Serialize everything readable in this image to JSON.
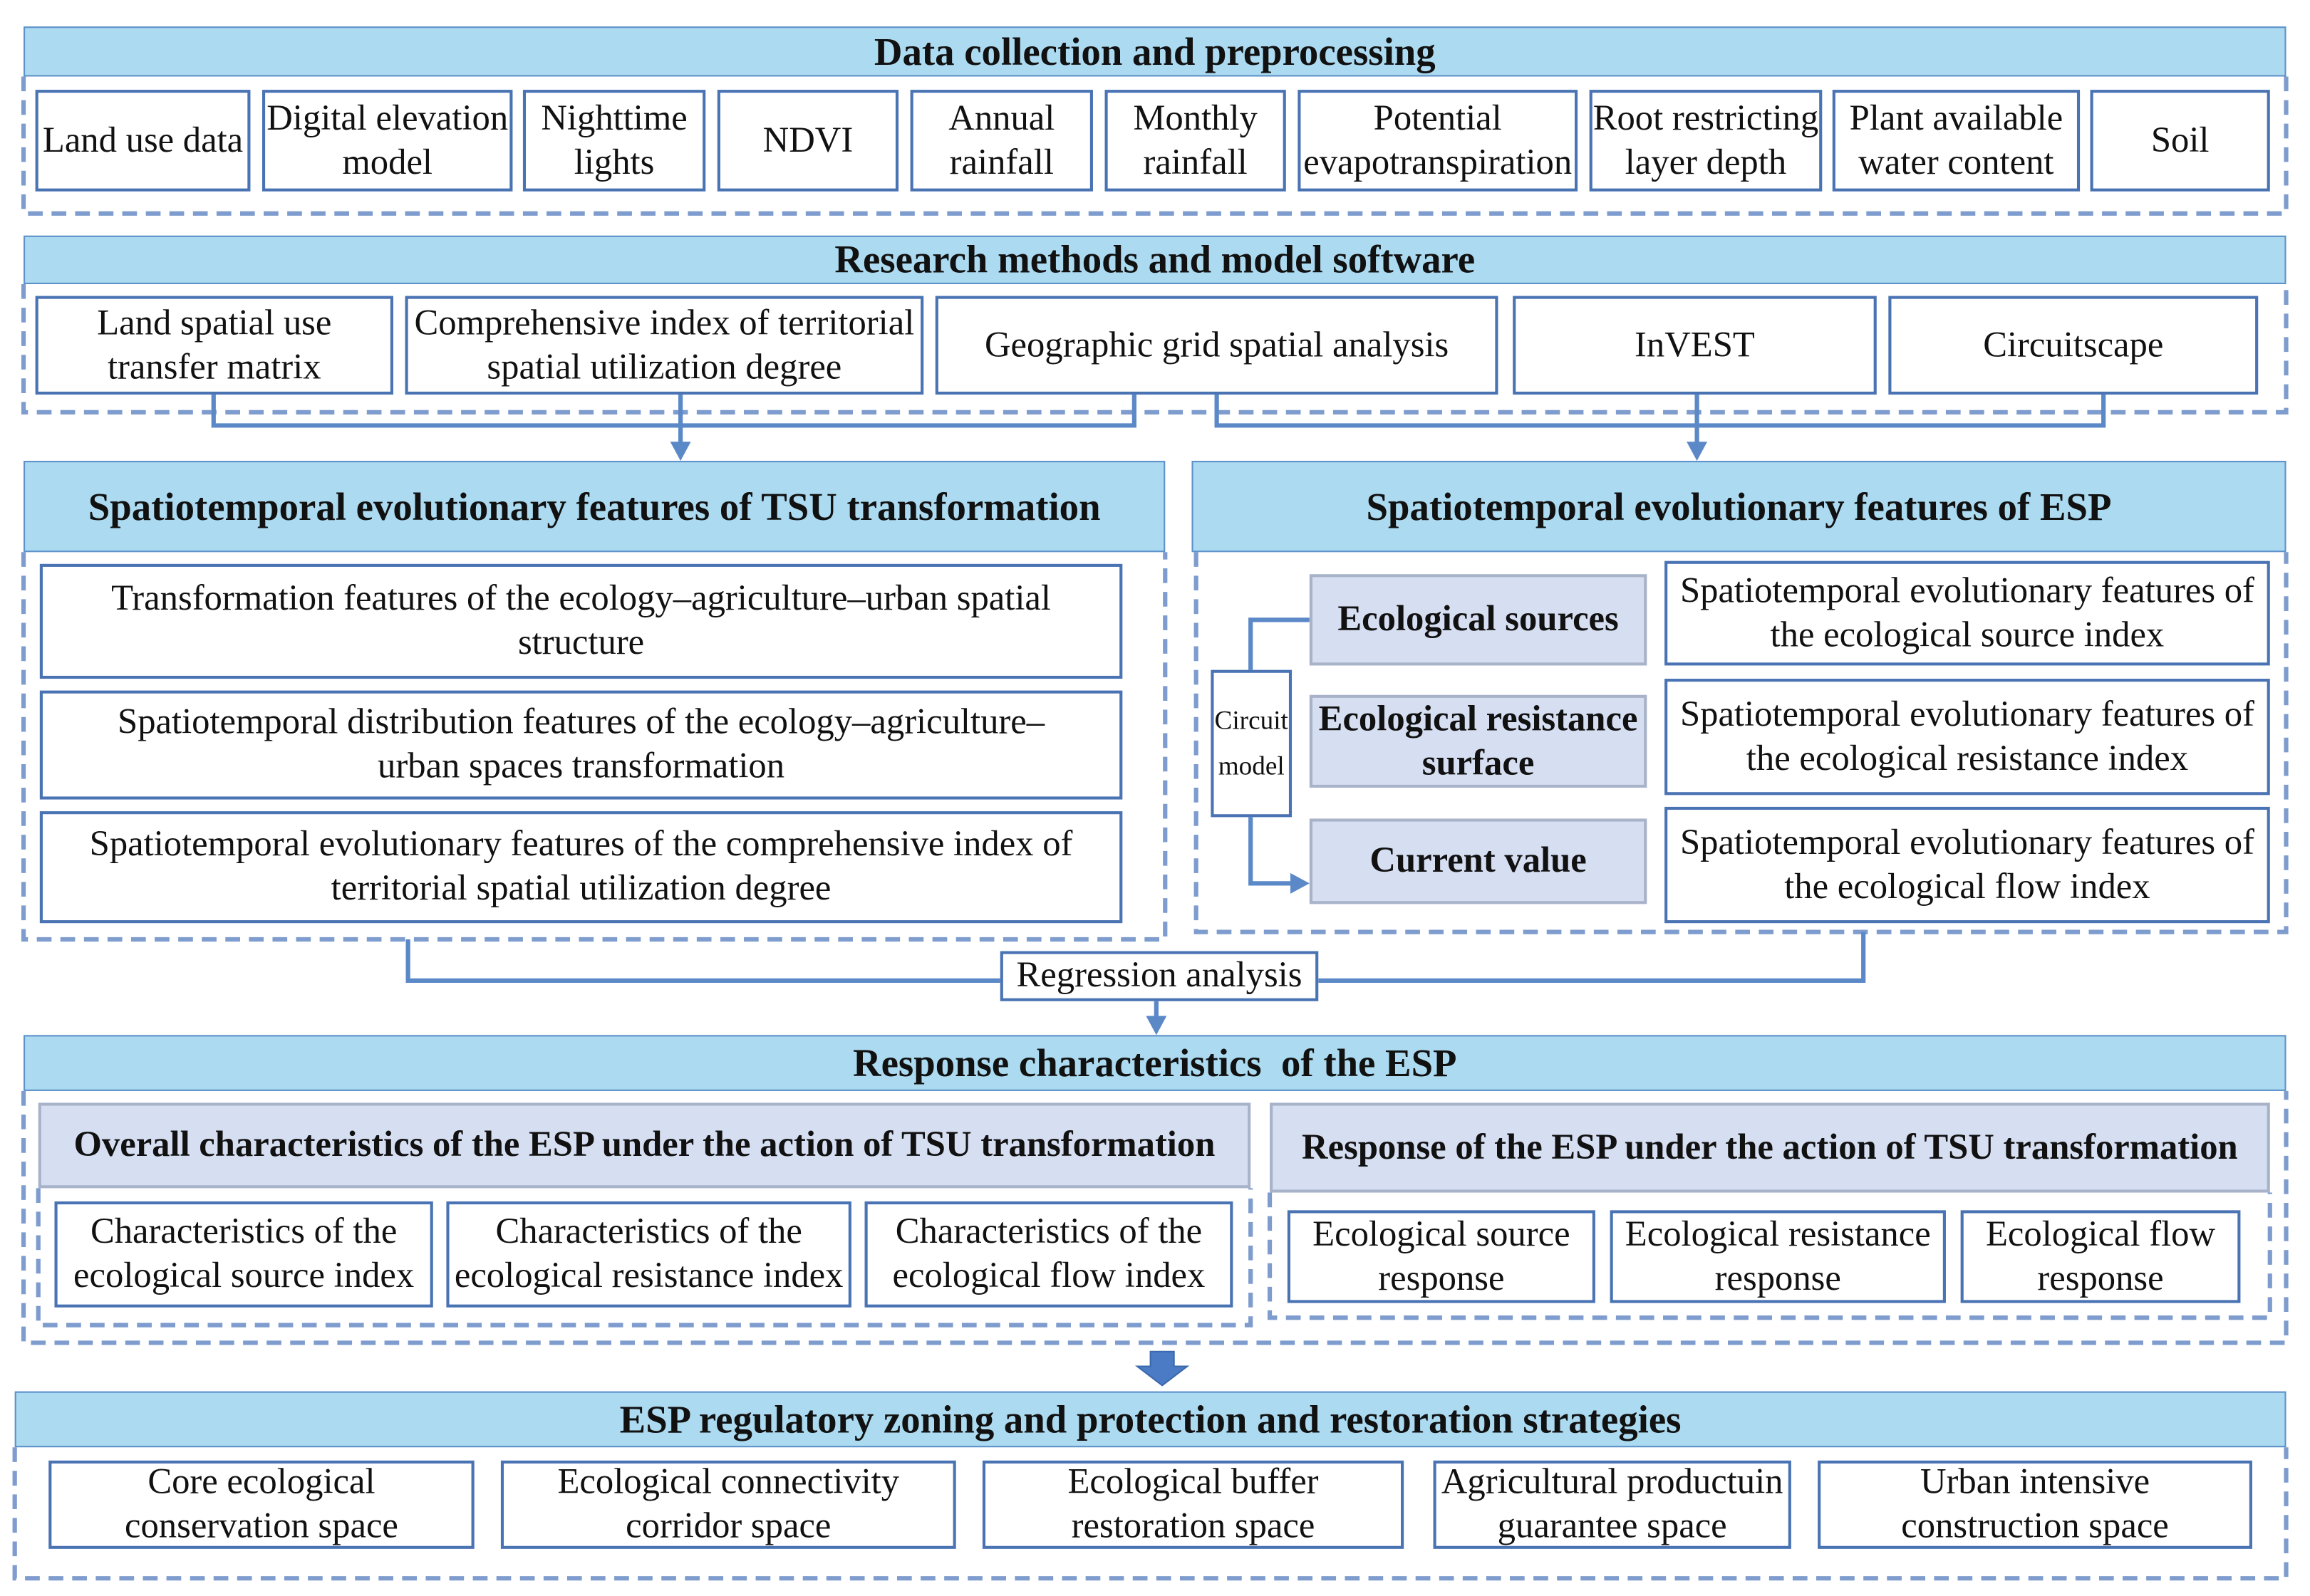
{
  "data_collection": {
    "title": "Data collection and preprocessing",
    "items": [
      "Land use data",
      "Digital elevation\nmodel",
      "Nighttime\nlights",
      "NDVI",
      "Annual\nrainfall",
      "Monthly\nrainfall",
      "Potential\nevapotranspiration",
      "Root restricting\nlayer depth",
      "Plant available\nwater content",
      "Soil"
    ]
  },
  "research_methods": {
    "title": "Research methods and model software",
    "items": [
      "Land spatial use\ntransfer matrix",
      "Comprehensive index of territorial\nspatial utilization degree",
      "Geographic grid spatial analysis",
      "InVEST",
      "Circuitscape"
    ]
  },
  "tsu_features": {
    "title": "Spatiotemporal evolutionary features of TSU transformation",
    "items": [
      "Transformation features of the ecology–agriculture–urban spatial\nstructure",
      "Spatiotemporal distribution features of the ecology–agriculture–\nurban spaces transformation",
      "Spatiotemporal evolutionary features of the comprehensive index of\nterritorial spatial utilization degree"
    ]
  },
  "esp_features": {
    "title": "Spatiotemporal evolutionary features of ESP",
    "circuit_model": "Circuit\nmodel",
    "components": [
      "Ecological sources",
      "Ecological resistance\nsurface",
      "Current value"
    ],
    "items": [
      "Spatiotemporal evolutionary features of\nthe ecological source index",
      "Spatiotemporal evolutionary features of\nthe ecological resistance index",
      "Spatiotemporal evolutionary features of\nthe ecological flow index"
    ]
  },
  "regression": "Regression analysis",
  "response": {
    "title": "Response characteristics  of the ESP",
    "overall": {
      "title": "Overall characteristics of the ESP under the action of TSU transformation",
      "items": [
        "Characteristics of the\necological source index",
        "Characteristics of the\necological resistance index",
        "Characteristics of the\necological flow index"
      ]
    },
    "under_tsu": {
      "title": "Response of the ESP under the action of TSU transformation",
      "items": [
        "Ecological source\nresponse",
        "Ecological resistance\nresponse",
        "Ecological flow\nresponse"
      ]
    }
  },
  "zoning": {
    "title": "ESP regulatory zoning and protection and restoration strategies",
    "items": [
      "Core ecological\nconservation space",
      "Ecological connectivity\ncorridor space",
      "Ecological buffer\nrestoration space",
      "Agricultural productuin\nguarantee space",
      "Urban intensive\nconstruction space"
    ]
  },
  "colors": {
    "header_fill": "#acdaf0",
    "header_border": "#5d91ca",
    "box_border": "#4a73b4",
    "sub_fill": "#d6dff2",
    "sub_border": "#a8b3c9",
    "dashed_frame": "#7e9ccd",
    "connector": "#5b88c7",
    "block_arrow": "#4a7bc4"
  }
}
